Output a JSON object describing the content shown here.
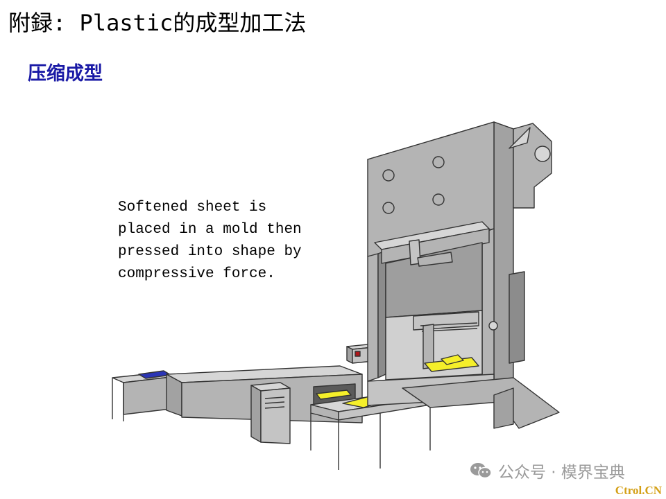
{
  "header": {
    "title": "附録: Plastic的成型加工法",
    "subtitle": "压缩成型"
  },
  "caption": {
    "lines": [
      "Softened sheet is",
      "placed in a mold then",
      "pressed into shape by",
      "compressive force."
    ]
  },
  "footer": {
    "watermark": "公众号 · 模界宝典",
    "watermark_icon": "wechat-icon",
    "site": "Ctrol.CN"
  },
  "colors": {
    "machine_body": "#b4b4b4",
    "machine_dark": "#8c8c8c",
    "machine_light": "#d6d6d6",
    "sheet_yellow": "#f5ef2a",
    "sheet_blue": "#2b35b5",
    "indicator_red": "#b0161a",
    "title_blue": "#1a1aa6"
  }
}
